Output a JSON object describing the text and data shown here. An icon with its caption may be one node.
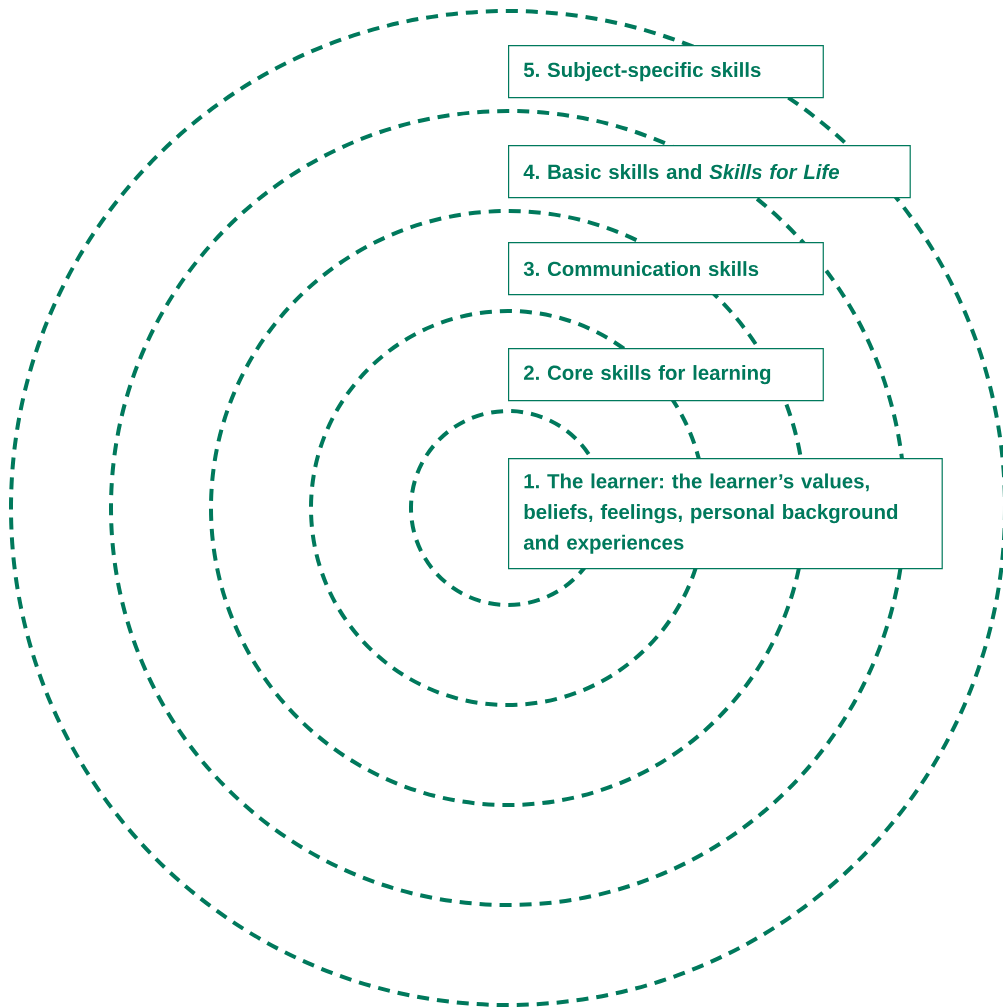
{
  "diagram": {
    "nodes": [
      {
        "text": [
          "5. Subject-specific skills"
        ]
      },
      {
        "text": [
          "4. Basic skills and *Skills for Life*"
        ]
      },
      {
        "text": [
          "3. Communication skills"
        ]
      },
      {
        "text": [
          "2. Core skills for learning"
        ]
      },
      {
        "text": [
          "1. The learner: the learner’s values, beliefs, feelings, personal background and experiences"
        ]
      }
    ]
  }
}
